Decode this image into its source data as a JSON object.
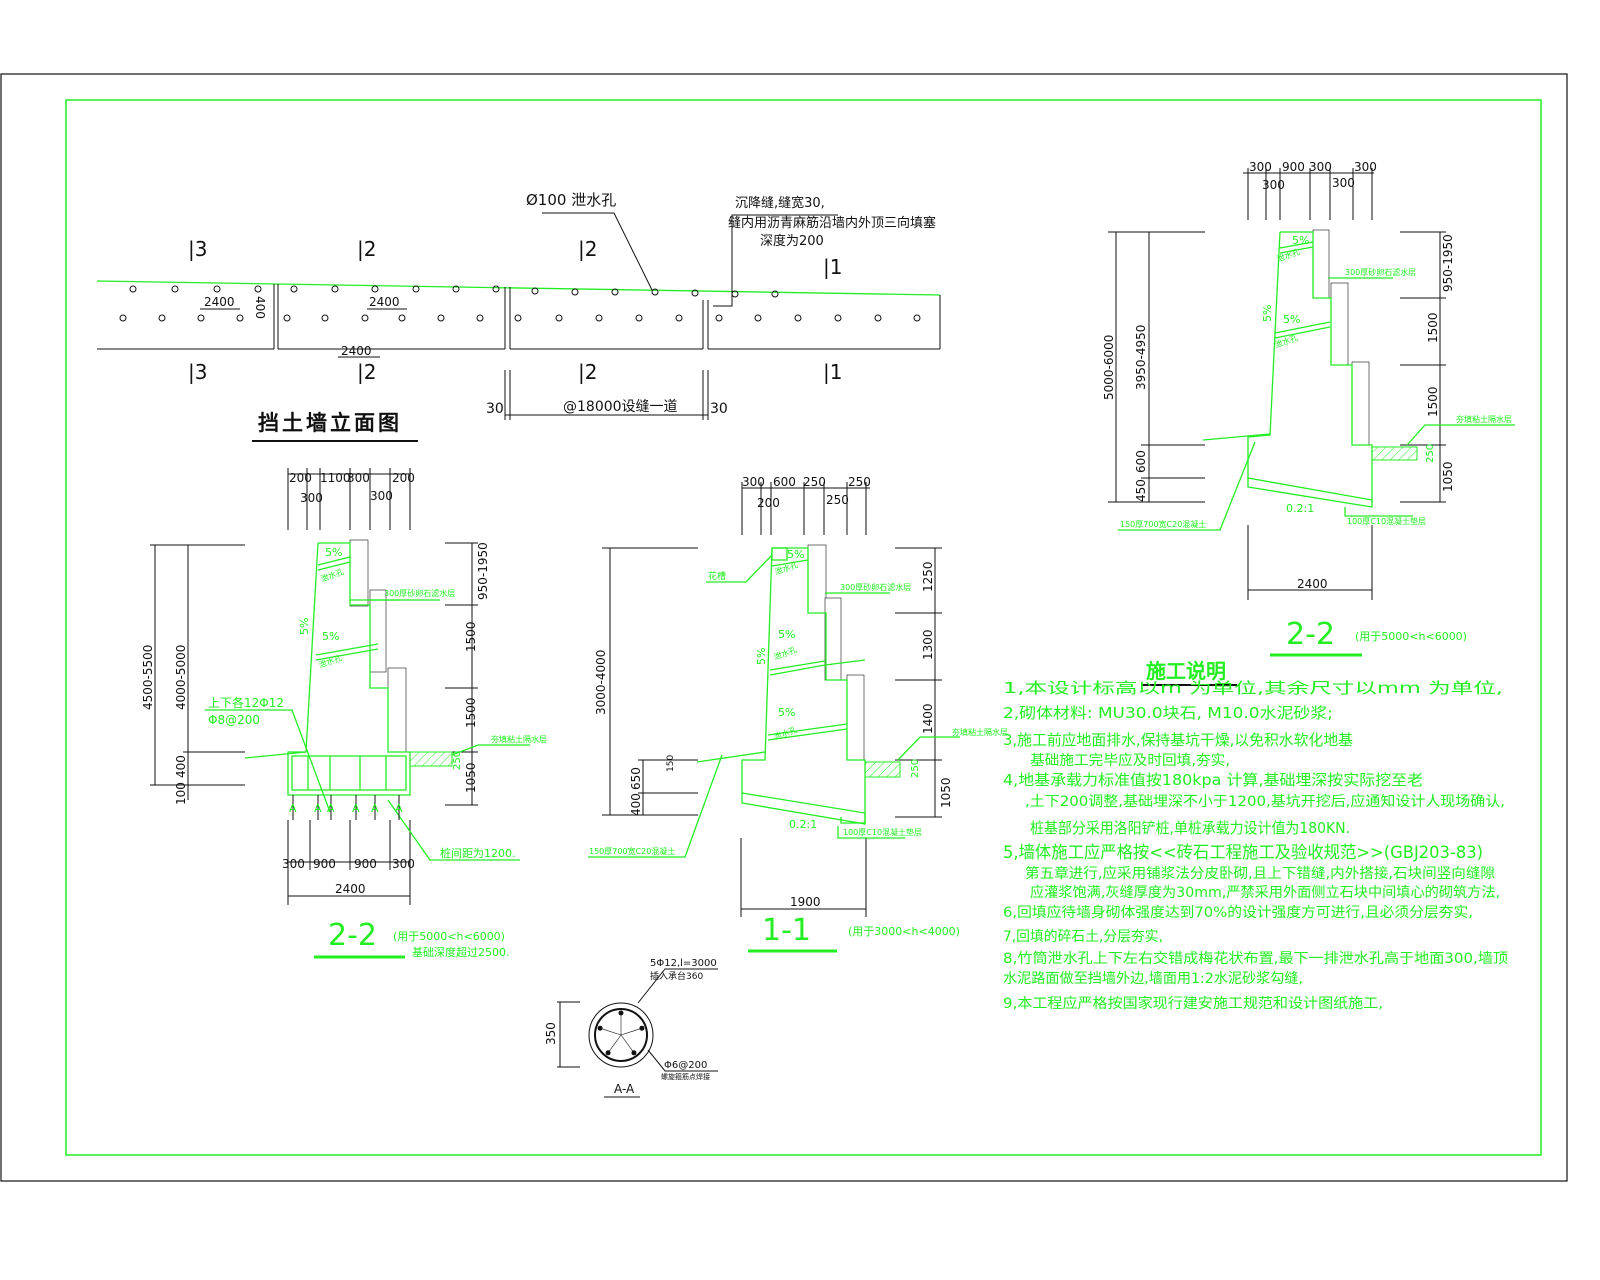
{
  "elevation": {
    "title": "挡土墙立面图",
    "section_marks_top": [
      "3",
      "2",
      "2",
      "1"
    ],
    "section_marks_bottom": [
      "3",
      "2",
      "2",
      "1"
    ],
    "drain_hole_label": "Ø100 泄水孔",
    "joint_note": [
      "沉降缝,缝宽30,",
      "缝内用沥青麻筋沿墙内外顶三向填塞",
      "深度为200"
    ],
    "dim_hole_spacing_a": "2400",
    "dim_hole_spacing_b": "2400",
    "dim_hole_spacing_c": "2400",
    "dim_row_spacing": "400",
    "dim_joint_left": "30",
    "dim_joint_right": "30",
    "dim_joint_spacing": "@18000设缝一道"
  },
  "section_left": {
    "top_dims_upper": [
      "200",
      "1100",
      "300",
      "200"
    ],
    "top_dims_lower": [
      "300",
      "300"
    ],
    "left_dims": [
      "4500-5500",
      "4000-5000",
      "400",
      "100"
    ],
    "right_dims": [
      "950-1950",
      "1500",
      "1500",
      "250",
      "1050"
    ],
    "slope_labels": [
      "5%",
      "5%",
      "5%"
    ],
    "drain_pipe_labels": [
      "泄水孔",
      "泄水孔"
    ],
    "filter_label": "300厚砂卵石滤水层",
    "clay_label": "夯填粘土隔水层",
    "rebar_label_1": "上下各12Φ12",
    "rebar_label_2": "Φ8@200",
    "pile_marks": [
      "A",
      "A",
      "A",
      "A",
      "A",
      "A"
    ],
    "pile_spacing_label": "桩间距为1200.",
    "bottom_dims": [
      "300",
      "900",
      "900",
      "300"
    ],
    "bottom_total": "2400",
    "caption_id": "2-2",
    "caption_note": "(用于5000<h<6000)",
    "caption_note_2": "基础深度超过2500."
  },
  "section_mid": {
    "top_dims_upper": [
      "300",
      "600",
      "250",
      "250"
    ],
    "top_dims_lower": [
      "200",
      "250"
    ],
    "left_dims": [
      "3000-4000",
      "650",
      "400",
      "150"
    ],
    "right_dims": [
      "1250",
      "1300",
      "1400",
      "250",
      "1050"
    ],
    "planter_label": "花槽",
    "slope_labels": [
      "5%",
      "5%",
      "5%",
      "5%"
    ],
    "drain_pipe_labels": [
      "泄水孔",
      "泄水孔",
      "泄水孔"
    ],
    "filter_label": "300厚砂卵石滤水层",
    "clay_label": "夯填粘土隔水层",
    "base_slope": "0.2:1",
    "cushion_label": "100厚C10混凝土垫层",
    "slab_label": "150厚700宽C20混凝土",
    "bottom_dim": "1900",
    "caption_id": "1-1",
    "caption_note": "(用于3000<h<4000)"
  },
  "section_right": {
    "top_dims_upper": [
      "300",
      "900",
      "300",
      "300"
    ],
    "top_dims_lower": [
      "300",
      "300"
    ],
    "left_dims": [
      "5000-6000",
      "3950-4950",
      "600",
      "450"
    ],
    "right_dims": [
      "950-1950",
      "1500",
      "1500",
      "250",
      "1050"
    ],
    "slope_labels": [
      "5%",
      "5%",
      "5%"
    ],
    "drain_pipe_labels": [
      "泄水孔",
      "泄水孔"
    ],
    "filter_label": "300厚砂卵石滤水层",
    "clay_label": "夯填粘土隔水层",
    "base_slope": "0.2:1",
    "cushion_label": "100厚C10混凝土垫层",
    "slab_label": "150厚700宽C20混凝土",
    "bottom_dim": "2400",
    "caption_id": "2-2",
    "caption_note": "(用于5000<h<6000)"
  },
  "detail_aa": {
    "rebar_label": "5Φ12,l=3000",
    "rebar_note": "插入承台360",
    "stirrup_label": "Φ6@200",
    "stirrup_note": "螺旋箍筋点焊接",
    "diameter_dim": "350",
    "caption": "A-A"
  },
  "notes": {
    "title": "施工说明",
    "lines": [
      "1,本设计标高以m 为单位,其余尺寸以mm 为单位,",
      "2,砌体材料:  MU30.0块石,  M10.0水泥砂浆;",
      "3,施工前应地面排水,保持基坑干燥,以免积水软化地基",
      "基础施工完毕应及时回填,夯实,",
      "4,地基承载力标准值按180kpa 计算,基础埋深按实际挖至老",
      ",土下200调整,基础埋深不小于1200,基坑开挖后,应通知设计人现场确认,",
      "桩基部分采用洛阳铲桩,单桩承载力设计值为180KN.",
      "5,墙体施工应严格按<<砖石工程施工及验收规范>>(GBJ203-83)",
      "第五章进行,应采用铺浆法分皮卧砌,且上下错缝,内外搭接,石块间竖向缝隙",
      "应灌浆饱满,灰缝厚度为30mm,严禁采用外面侧立石块中间填心的砌筑方法,",
      "6,回填应待墙身砌体强度达到70%的设计强度方可进行,且必须分层夯实,",
      "7,回填的碎石土,分层夯实,",
      "8,竹筒泄水孔上下左右交错成梅花状布置,最下一排泄水孔高于地面300,墙顶",
      "水泥路面做至挡墙外边,墙面用1:2水泥砂浆勾缝,",
      "9,本工程应严格按国家现行建安施工规范和设计图纸施工,"
    ]
  },
  "colors": {
    "line_green": "#22ee22",
    "line_black": "#111111",
    "frame_green": "#22ee22"
  }
}
